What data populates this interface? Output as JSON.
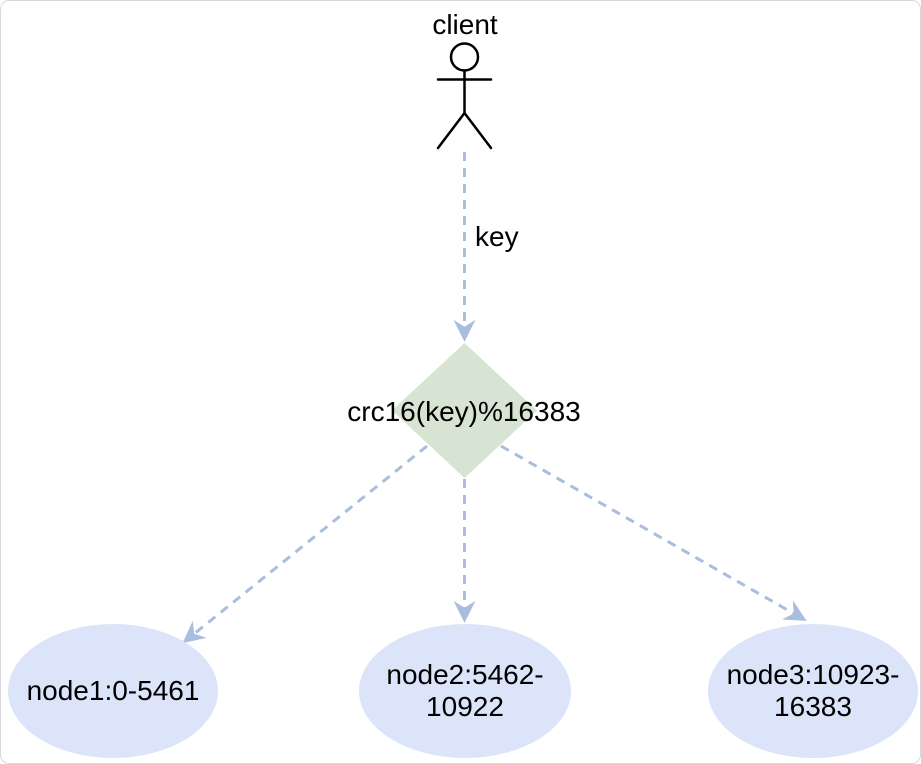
{
  "diagram": {
    "client_label": "client",
    "key_label": "key",
    "decision_label": "crc16(key)%16383",
    "nodes": [
      {
        "id": "node1",
        "line1": "node1:0-5461",
        "line2": ""
      },
      {
        "id": "node2",
        "line1": "node2:5462-",
        "line2": "10922"
      },
      {
        "id": "node3",
        "line1": "node3:10923-",
        "line2": "16383"
      }
    ]
  },
  "colors": {
    "background": "#ffffff",
    "border": "#d9d9dd",
    "edge": "#a9bddf",
    "diamond_fill": "#d8e4d3",
    "ellipse_fill": "#dbe4f8",
    "actor_stroke": "#000000",
    "text": "#000000"
  }
}
